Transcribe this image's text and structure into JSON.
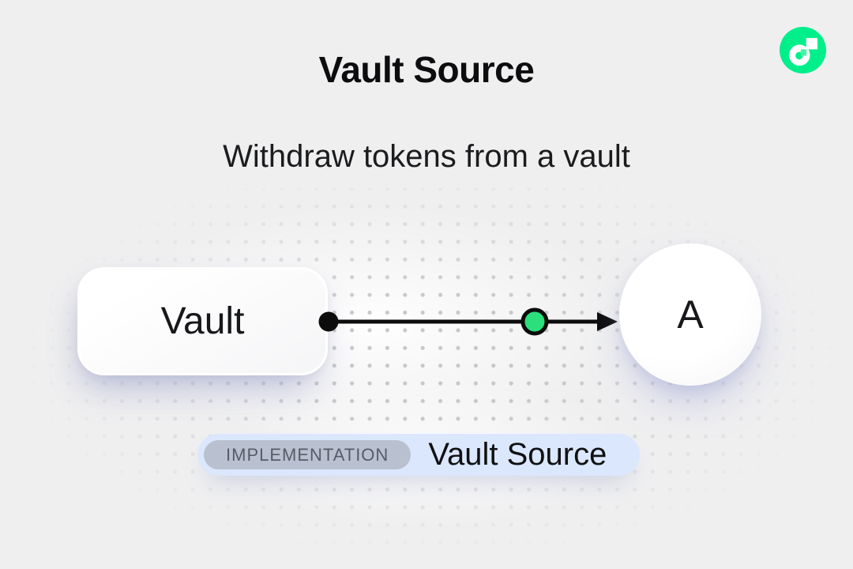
{
  "header": {
    "title": "Vault Source",
    "subtitle": "Withdraw tokens from a vault"
  },
  "logo": {
    "brand": "Flow",
    "green": "#00EF8B",
    "light_green": "#41F6A0"
  },
  "diagram": {
    "vault_node": {
      "label": "Vault"
    },
    "account_node": {
      "label": "A"
    },
    "edge": {
      "direction": "left-to-right",
      "line_color": "#0c0c0d",
      "marker_color": "#2BDF7C"
    }
  },
  "badge": {
    "tag": "IMPLEMENTATION",
    "label": "Vault Source"
  }
}
